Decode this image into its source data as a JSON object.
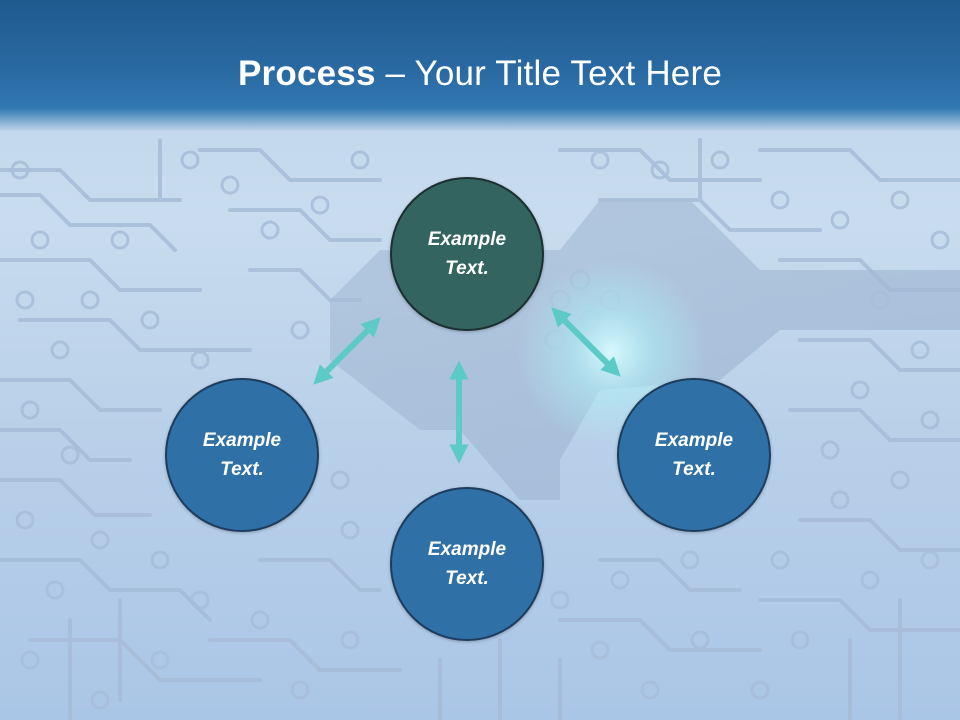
{
  "slide": {
    "title_bold": "Process",
    "title_rest": " – Your Title Text Here"
  },
  "nodes": {
    "top": "Example Text.",
    "left": "Example Text.",
    "right": "Example Text.",
    "bottom": "Example Text."
  },
  "colors": {
    "header": "#2a6aa3",
    "center_node": "#33645f",
    "outer_node": "#2f71a6",
    "arrow": "#5ccbc8"
  }
}
